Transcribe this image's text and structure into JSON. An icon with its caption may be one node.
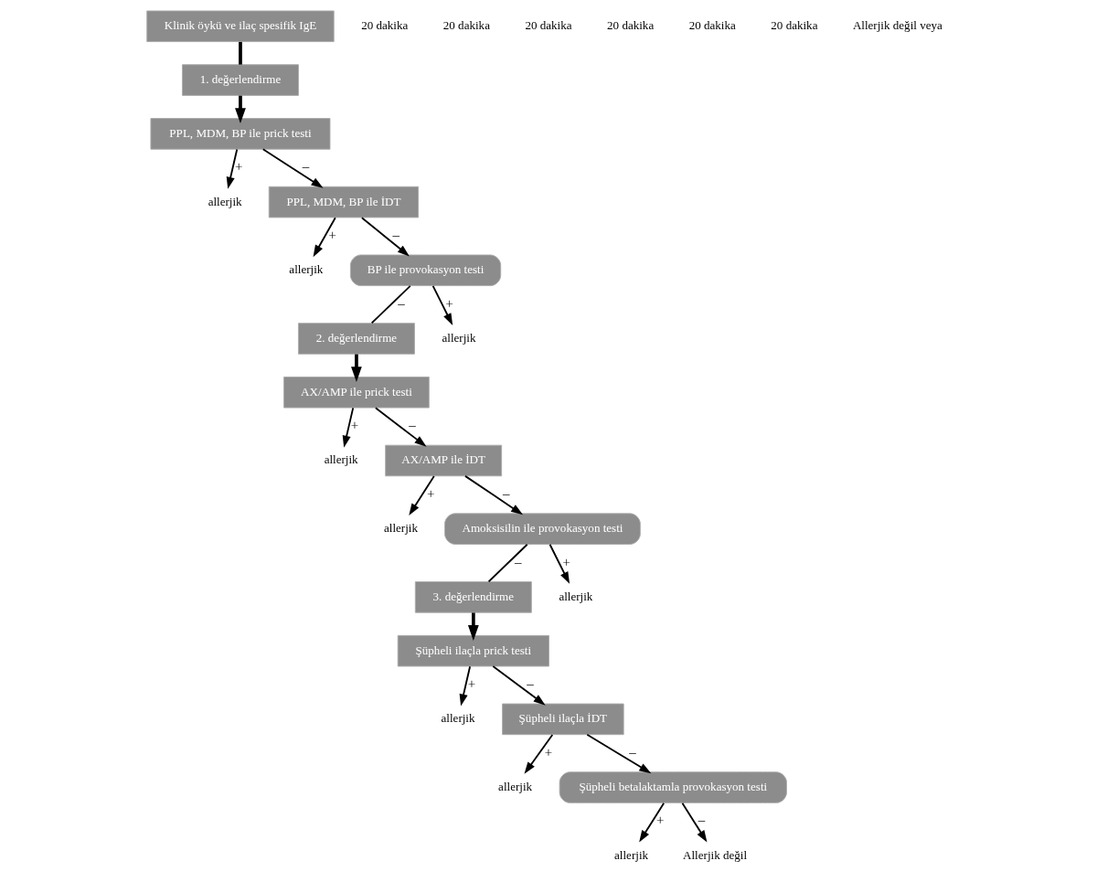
{
  "diagram": {
    "nodes": [
      {
        "text": [
          "Klinik öykü ve ilaç spesifik IgE"
        ]
      },
      {
        "text": [
          "1. değerlendirme"
        ]
      },
      {
        "text": [
          "2. değerlendirme"
        ]
      },
      {
        "text": [
          "3. değerlendirme"
        ]
      },
      {
        "text": [
          "PPL, MDM, BP ile prick testi"
        ]
      },
      {
        "text": [
          "allerjik"
        ]
      },
      {
        "text": [
          "PPL, MDM, BP ile İDT"
        ]
      },
      {
        "text": [
          "allerjik"
        ]
      },
      {
        "text": [
          "BP ile provokasyon testi"
        ]
      },
      {
        "text": [
          "allerjik"
        ]
      },
      {
        "text": [
          "AX/AMP ile prick testi"
        ]
      },
      {
        "text": [
          "allerjik"
        ]
      },
      {
        "text": [
          "AX/AMP ile İDT"
        ]
      },
      {
        "text": [
          "allerjik"
        ]
      },
      {
        "text": [
          "Amoksisilin ile provokasyon testi"
        ]
      },
      {
        "text": [
          "allerjik"
        ]
      },
      {
        "text": [
          "Şüpheli ilaçla prick testi"
        ]
      },
      {
        "text": [
          "allerjik"
        ]
      },
      {
        "text": [
          "Şüpheli ilaçla İDT"
        ]
      },
      {
        "text": [
          "allerjik"
        ]
      },
      {
        "text": [
          "Şüpheli betalaktamla provokasyon testi"
        ]
      },
      {
        "text": [
          "allerjik"
        ]
      },
      {
        "text": [
          "Allerjik değil"
        ]
      }
    ],
    "edges": [
      {
        "from": 0,
        "to": 1,
        "arrow": "none",
        "style": "thick"
      },
      {
        "from": 1,
        "to": 4,
        "arrow": "to",
        "style": "thick"
      },
      {
        "from": 4,
        "to": 5,
        "arrow": "to",
        "label": "+"
      },
      {
        "from": 4,
        "to": 6,
        "arrow": "to",
        "label": "–"
      },
      {
        "from": 6,
        "to": 7,
        "arrow": "to",
        "label": "+"
      },
      {
        "from": 6,
        "to": 8,
        "arrow": "to",
        "label": "–"
      },
      {
        "from": 8,
        "to": 9,
        "arrow": "to",
        "label": "+"
      },
      {
        "from": 8,
        "to": 2,
        "arrow": "none",
        "label": "–"
      },
      {
        "from": 2,
        "to": 10,
        "arrow": "to",
        "style": "thick"
      },
      {
        "from": 10,
        "to": 11,
        "arrow": "to",
        "label": "+"
      },
      {
        "from": 10,
        "to": 12,
        "arrow": "to",
        "label": "–"
      },
      {
        "from": 12,
        "to": 13,
        "arrow": "to",
        "label": "+"
      },
      {
        "from": 12,
        "to": 14,
        "arrow": "to",
        "label": "–"
      },
      {
        "from": 14,
        "to": 15,
        "arrow": "to",
        "label": "+"
      },
      {
        "from": 14,
        "to": 3,
        "arrow": "none",
        "label": "–"
      },
      {
        "from": 3,
        "to": 16,
        "arrow": "to",
        "style": "thick"
      },
      {
        "from": 16,
        "to": 17,
        "arrow": "to",
        "label": "+"
      },
      {
        "from": 16,
        "to": 18,
        "arrow": "to",
        "label": "–"
      },
      {
        "from": 18,
        "to": 19,
        "arrow": "to",
        "label": "+"
      },
      {
        "from": 18,
        "to": 20,
        "arrow": "to",
        "label": "–"
      },
      {
        "from": 20,
        "to": 21,
        "arrow": "to",
        "label": "+"
      },
      {
        "from": 20,
        "to": 22,
        "arrow": "to",
        "label": "–"
      }
    ],
    "labels": [
      "20 dakika",
      "20 dakika",
      "20 dakika",
      "20 dakika",
      "20 dakika",
      "20 dakika",
      "Allerjik değil veya"
    ]
  }
}
